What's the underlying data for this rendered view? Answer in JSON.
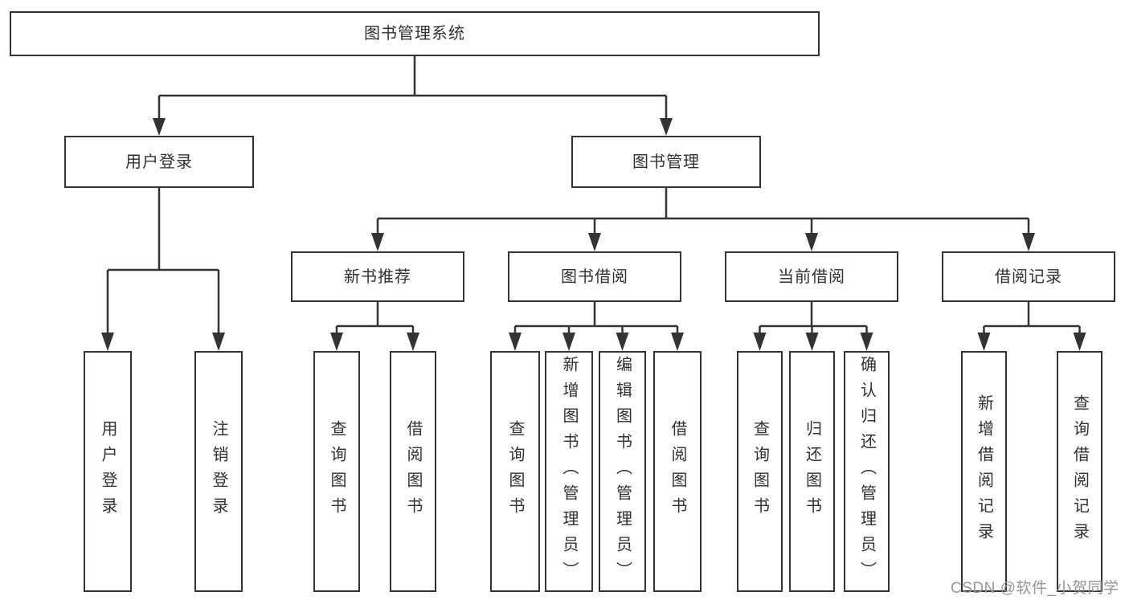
{
  "tree": {
    "root": {
      "label": "图书管理系统"
    },
    "level2": [
      {
        "label": "用户登录",
        "children": [
          "用户登录",
          "注销登录"
        ]
      },
      {
        "label": "图书管理"
      }
    ],
    "level3": [
      {
        "label": "新书推荐",
        "children": [
          "查询图书",
          "借阅图书"
        ]
      },
      {
        "label": "图书借阅",
        "children": [
          "查询图书",
          "新增图书（管理员）",
          "编辑图书（管理员）",
          "借阅图书"
        ]
      },
      {
        "label": "当前借阅",
        "children": [
          "查询图书",
          "归还图书",
          "确认归还（管理员）"
        ]
      },
      {
        "label": "借阅记录",
        "children": [
          "新增借阅记录",
          "查询借阅记录"
        ]
      }
    ]
  },
  "watermark": "CSDN @软件_小贺同学",
  "colors": {
    "line": "#333333",
    "text": "#303030",
    "watermark": "#959595",
    "background": "#ffffff"
  }
}
